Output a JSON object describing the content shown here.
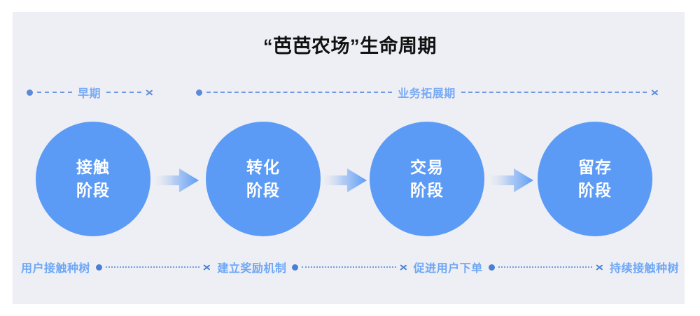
{
  "panel": {
    "background_color": "#eeeff4",
    "page_background": "#ffffff"
  },
  "title": "“芭芭农场”生命周期",
  "phases": [
    {
      "label": "早期"
    },
    {
      "label": "业务拓展期"
    }
  ],
  "stages": [
    {
      "line1": "接触",
      "line2": "阶段"
    },
    {
      "line1": "转化",
      "line2": "阶段"
    },
    {
      "line1": "交易",
      "line2": "阶段"
    },
    {
      "line1": "留存",
      "line2": "阶段"
    }
  ],
  "steps": [
    {
      "label": "用户接触种树"
    },
    {
      "label": "建立奖励机制"
    },
    {
      "label": "促进用户下单"
    },
    {
      "label": "持续接触种树"
    }
  ],
  "colors": {
    "circle_blue": "#5b9bf5",
    "label_blue": "#6ea7f6",
    "phase_blue": "#78aaf6",
    "connector_blue": "#4a7fd4",
    "title_black": "#111111",
    "arrow_gradient_start": "#dfe2e9",
    "arrow_gradient_end": "#5b9bf5"
  }
}
